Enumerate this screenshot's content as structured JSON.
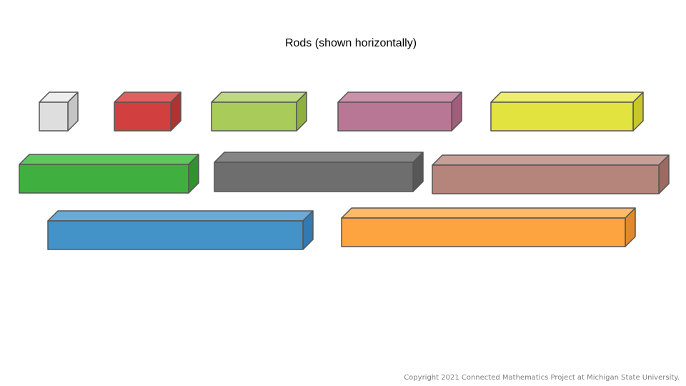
{
  "slide": {
    "title": "Rods (shown horizontally)",
    "copyright": "Copyright 2021 Connected Mathematics Project at Michigan State University."
  },
  "rods": [
    {
      "color": "white",
      "front": "#dedede",
      "top": "#eeeeee",
      "side": "#c5c5c5"
    },
    {
      "color": "red",
      "front": "#d23f3f",
      "top": "#e06060",
      "side": "#b03232"
    },
    {
      "color": "light-green",
      "front": "#a8cb5a",
      "top": "#bfd882",
      "side": "#8eb043"
    },
    {
      "color": "purple",
      "front": "#b87895",
      "top": "#cc91aa",
      "side": "#9d5f7b"
    },
    {
      "color": "yellow",
      "front": "#e3e33f",
      "top": "#eded6e",
      "side": "#c7c72c"
    },
    {
      "color": "dark-green",
      "front": "#3fb03f",
      "top": "#5cc75c",
      "side": "#2f932f"
    },
    {
      "color": "black",
      "front": "#6e6e6e",
      "top": "#858585",
      "side": "#575757"
    },
    {
      "color": "brown",
      "front": "#b5847a",
      "top": "#c79f96",
      "side": "#9b6b62"
    },
    {
      "color": "blue",
      "front": "#4393c8",
      "top": "#6aaad8",
      "side": "#337ab0"
    },
    {
      "color": "orange",
      "front": "#fda440",
      "top": "#fdba6a",
      "side": "#e28a2b"
    }
  ]
}
